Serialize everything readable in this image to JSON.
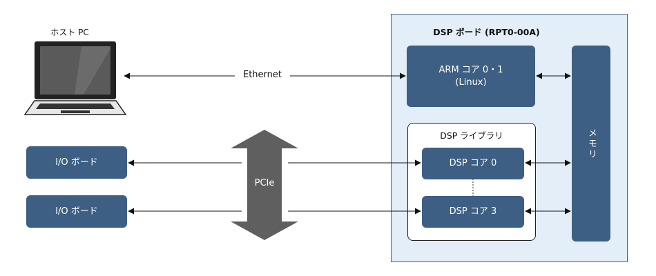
{
  "host": {
    "label": "ホスト PC"
  },
  "links": {
    "ethernet": "Ethernet",
    "pcie": "PCIe"
  },
  "io_boards": [
    {
      "label": "I/O ボード"
    },
    {
      "label": "I/O ボード"
    }
  ],
  "dsp_board": {
    "title": "DSP ボード (RPT0-00A)",
    "arm": {
      "line1": "ARM コア 0・1",
      "line2": "(Linux)"
    },
    "library": {
      "title": "DSP ライブラリ",
      "cores": [
        {
          "label": "DSP コア 0"
        },
        {
          "label": "DSP コア 3"
        }
      ]
    },
    "memory": {
      "label": "メモリ"
    }
  },
  "colors": {
    "block_fill": "#3d5f83",
    "board_fill": "#e3eef9",
    "board_border": "#3d5f83",
    "pcie_arrow": "#5f5f5f"
  }
}
